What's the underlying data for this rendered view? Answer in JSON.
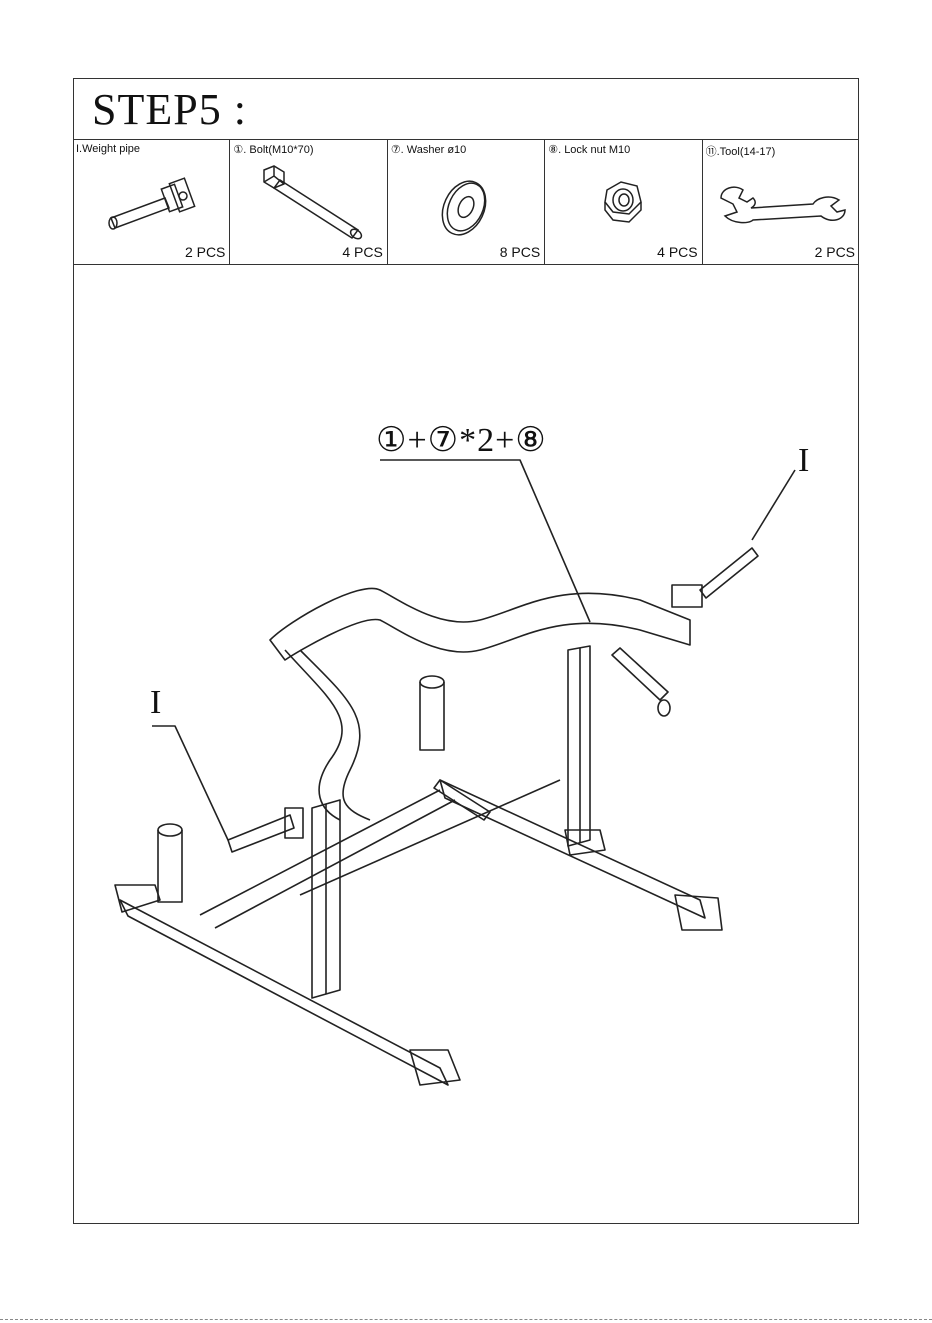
{
  "page": {
    "step_title": "STEP5 :"
  },
  "parts": [
    {
      "name": "I.Weight pipe",
      "qty": "2 PCS",
      "icon": "weight-pipe-icon"
    },
    {
      "name": "①. Bolt(M10*70)",
      "qty": "4 PCS",
      "icon": "bolt-icon"
    },
    {
      "name": "⑦. Washer ø10",
      "qty": "8 PCS",
      "icon": "washer-icon"
    },
    {
      "name": "⑧. Lock nut M10",
      "qty": "4 PCS",
      "icon": "lock-nut-icon"
    },
    {
      "name": "⑪.Tool(14-17)",
      "qty": "2 PCS",
      "icon": "wrench-icon"
    }
  ],
  "diagram": {
    "callout_combo": "①+⑦*2+⑧",
    "label_right": "I",
    "label_left": "I"
  }
}
